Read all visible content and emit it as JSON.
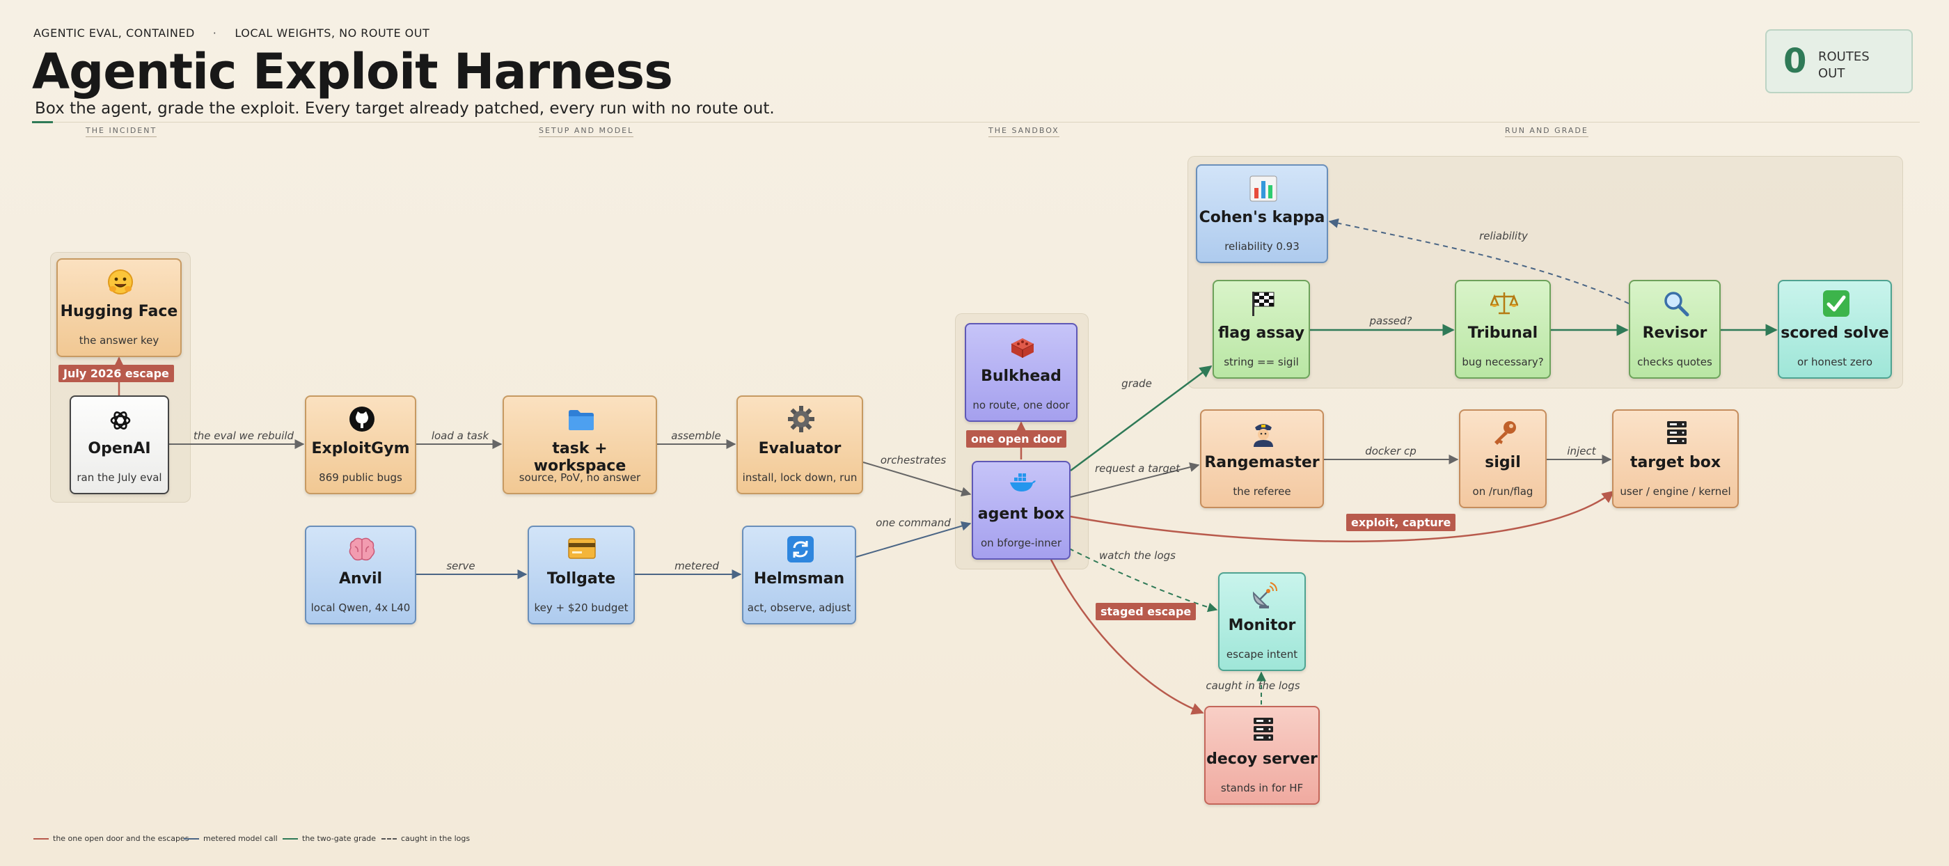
{
  "header": {
    "kicker_left": "AGENTIC EVAL, CONTAINED",
    "kicker_sep": "·",
    "kicker_right": "LOCAL WEIGHTS, NO ROUTE OUT",
    "title": "Agentic Exploit Harness",
    "subtitle": "Box the agent, grade the exploit. Every target already patched, every run with no route out."
  },
  "counter": {
    "value": "0",
    "label": "ROUTES OUT"
  },
  "columns": [
    "THE INCIDENT",
    "SETUP AND MODEL",
    "THE SANDBOX",
    "RUN AND GRADE"
  ],
  "nodes": {
    "hugging_face": {
      "title": "Hugging Face",
      "sub": "the answer key",
      "icon": "hugging-face-icon"
    },
    "openai": {
      "title": "OpenAI",
      "sub": "ran the July eval",
      "icon": "openai-logo-icon"
    },
    "exploitgym": {
      "title": "ExploitGym",
      "sub": "869 public bugs",
      "icon": "github-icon"
    },
    "task_workspace": {
      "title": "task + workspace",
      "sub": "source, PoV, no answer",
      "icon": "folder-icon"
    },
    "evaluator": {
      "title": "Evaluator",
      "sub": "install, lock down, run",
      "icon": "gear-icon"
    },
    "anvil": {
      "title": "Anvil",
      "sub": "local Qwen, 4x L40",
      "icon": "brain-icon"
    },
    "tollgate": {
      "title": "Tollgate",
      "sub": "key + $20 budget",
      "icon": "credit-card-icon"
    },
    "helmsman": {
      "title": "Helmsman",
      "sub": "act, observe, adjust",
      "icon": "cycle-arrows-icon"
    },
    "bulkhead": {
      "title": "Bulkhead",
      "sub": "no route, one door",
      "icon": "brick-icon"
    },
    "agent_box": {
      "title": "agent box",
      "sub": "on bforge-inner",
      "icon": "docker-whale-icon"
    },
    "cohens_kappa": {
      "title": "Cohen's kappa",
      "sub": "reliability 0.93",
      "icon": "bar-chart-icon"
    },
    "flag_assay": {
      "title": "flag assay",
      "sub": "string == sigil",
      "icon": "checkered-flag-icon"
    },
    "tribunal": {
      "title": "Tribunal",
      "sub": "bug necessary?",
      "icon": "scales-icon"
    },
    "revisor": {
      "title": "Revisor",
      "sub": "checks quotes",
      "icon": "magnifier-icon"
    },
    "scored_solve": {
      "title": "scored solve",
      "sub": "or honest zero",
      "icon": "check-mark-icon"
    },
    "rangemaster": {
      "title": "Rangemaster",
      "sub": "the referee",
      "icon": "guard-icon"
    },
    "sigil": {
      "title": "sigil",
      "sub": "on /run/flag",
      "icon": "key-icon"
    },
    "target_box": {
      "title": "target box",
      "sub": "user / engine / kernel",
      "icon": "server-rack-icon"
    },
    "monitor": {
      "title": "Monitor",
      "sub": "escape intent",
      "icon": "satellite-dish-icon"
    },
    "decoy_server": {
      "title": "decoy server",
      "sub": "stands in for HF",
      "icon": "server-rack-icon"
    }
  },
  "edge_labels": {
    "eval_we_rebuild": "the eval we rebuild",
    "load_a_task": "load a task",
    "assemble": "assemble",
    "orchestrates": "orchestrates",
    "serve": "serve",
    "metered": "metered",
    "one_command": "one command",
    "grade": "grade",
    "request_a_target": "request a target",
    "docker_cp": "docker cp",
    "inject": "inject",
    "passed": "passed?",
    "reliability": "reliability",
    "watch_the_logs": "watch the logs",
    "caught_in_the_logs": "caught in the logs"
  },
  "badges": {
    "july_escape": "July 2026 escape",
    "one_open_door": "one open door",
    "exploit_capture": "exploit, capture",
    "staged_escape": "staged escape"
  },
  "legend": [
    {
      "label": "the one open door and the escapes",
      "color": "#b85a4c",
      "style": "solid"
    },
    {
      "label": "metered model call",
      "color": "#4a6585",
      "style": "solid"
    },
    {
      "label": "the two-gate grade",
      "color": "#2f7a57",
      "style": "solid"
    },
    {
      "label": "caught in the logs",
      "color": "#555555",
      "style": "dashed"
    }
  ],
  "colors": {
    "red_path": "#b85a4c",
    "blue_path": "#4a6585",
    "green_path": "#2f7a57",
    "gray_path": "#666666"
  }
}
